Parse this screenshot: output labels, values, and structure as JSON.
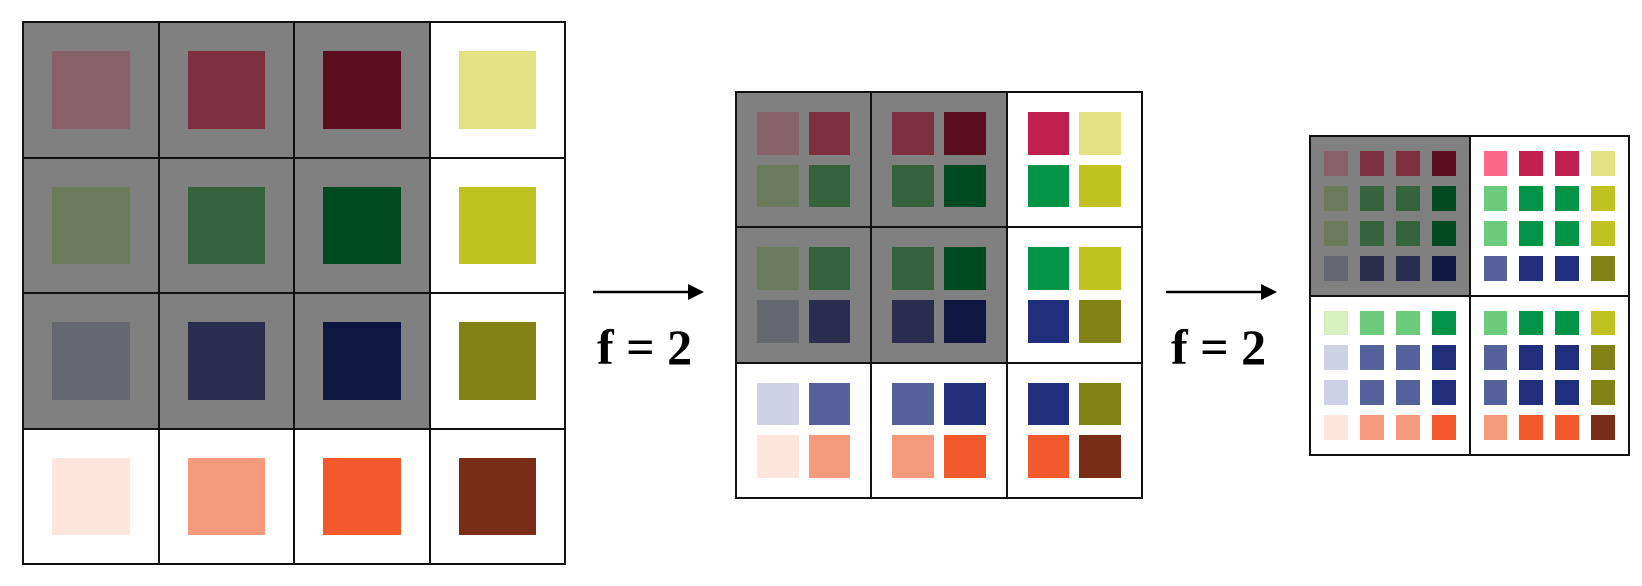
{
  "panels": [
    {
      "cells": [
        {
          "bg": "gray",
          "squares": [
            "#87626b"
          ]
        },
        {
          "bg": "gray",
          "squares": [
            "#7c3040"
          ]
        },
        {
          "bg": "gray",
          "squares": [
            "#5b0e20"
          ]
        },
        {
          "bg": "white",
          "squares": [
            "#e2e283"
          ]
        },
        {
          "bg": "gray",
          "squares": [
            "#6b7b5c"
          ]
        },
        {
          "bg": "gray",
          "squares": [
            "#36623d"
          ]
        },
        {
          "bg": "gray",
          "squares": [
            "#004a22"
          ]
        },
        {
          "bg": "white",
          "squares": [
            "#bfc220"
          ]
        },
        {
          "bg": "gray",
          "squares": [
            "#666870"
          ]
        },
        {
          "bg": "gray",
          "squares": [
            "#2a2d4d"
          ]
        },
        {
          "bg": "gray",
          "squares": [
            "#0f1641"
          ]
        },
        {
          "bg": "white",
          "squares": [
            "#818116"
          ]
        },
        {
          "bg": "white",
          "squares": [
            "#fee6df"
          ]
        },
        {
          "bg": "white",
          "squares": [
            "#f69a7e"
          ]
        },
        {
          "bg": "white",
          "squares": [
            "#f2592c"
          ]
        },
        {
          "bg": "white",
          "squares": [
            "#7a2d15"
          ]
        }
      ]
    },
    {
      "cells": [
        {
          "bg": "gray",
          "squares": [
            "#87626b",
            "#7c3040",
            "#6b7b5c",
            "#36623d"
          ]
        },
        {
          "bg": "gray",
          "squares": [
            "#7c3040",
            "#5b0e20",
            "#36623d",
            "#004a22"
          ]
        },
        {
          "bg": "white",
          "squares": [
            "#c0204f",
            "#e2e283",
            "#009446",
            "#bfc220"
          ]
        },
        {
          "bg": "gray",
          "squares": [
            "#6b7b5c",
            "#36623d",
            "#666870",
            "#2a2d4d"
          ]
        },
        {
          "bg": "gray",
          "squares": [
            "#36623d",
            "#004a22",
            "#2a2d4d",
            "#0f1641"
          ]
        },
        {
          "bg": "white",
          "squares": [
            "#009446",
            "#bfc220",
            "#1f2f7c",
            "#818116"
          ]
        },
        {
          "bg": "white",
          "squares": [
            "#cdd2e4",
            "#56629b",
            "#fee6df",
            "#f69a7e"
          ]
        },
        {
          "bg": "white",
          "squares": [
            "#56629b",
            "#1f2f7c",
            "#f69a7e",
            "#f2592c"
          ]
        },
        {
          "bg": "white",
          "squares": [
            "#1f2f7c",
            "#818116",
            "#f2592c",
            "#7a2d15"
          ]
        }
      ]
    },
    {
      "cells": [
        {
          "bg": "gray",
          "squares": [
            "#87626b",
            "#7c3040",
            "#7c3040",
            "#5b0e20",
            "#6b7b5c",
            "#36623d",
            "#36623d",
            "#004a22",
            "#6b7b5c",
            "#36623d",
            "#36623d",
            "#004a22",
            "#666870",
            "#2a2d4d",
            "#2a2d4d",
            "#0f1641"
          ]
        },
        {
          "bg": "white",
          "squares": [
            "#fb6789",
            "#c0204f",
            "#c0204f",
            "#e2e283",
            "#6ccb7a",
            "#009446",
            "#009446",
            "#bfc220",
            "#6ccb7a",
            "#009446",
            "#009446",
            "#bfc220",
            "#56629b",
            "#1f2f7c",
            "#1f2f7c",
            "#818116"
          ]
        },
        {
          "bg": "white",
          "squares": [
            "#d8efbf",
            "#6ccb7a",
            "#6ccb7a",
            "#009446",
            "#cdd2e4",
            "#56629b",
            "#56629b",
            "#1f2f7c",
            "#cdd2e4",
            "#56629b",
            "#56629b",
            "#1f2f7c",
            "#fee6df",
            "#f69a7e",
            "#f69a7e",
            "#f2592c"
          ]
        },
        {
          "bg": "white",
          "squares": [
            "#6ccb7a",
            "#009446",
            "#009446",
            "#bfc220",
            "#56629b",
            "#1f2f7c",
            "#1f2f7c",
            "#818116",
            "#56629b",
            "#1f2f7c",
            "#1f2f7c",
            "#818116",
            "#f69a7e",
            "#f2592c",
            "#f2592c",
            "#7a2d15"
          ]
        }
      ]
    }
  ],
  "labels": {
    "step1": "f = 2",
    "step2": "f = 2"
  },
  "colors": {
    "gray_cell": "#808080",
    "white_cell": "#ffffff",
    "grid_line": "#111111",
    "arrow": "#000000"
  }
}
